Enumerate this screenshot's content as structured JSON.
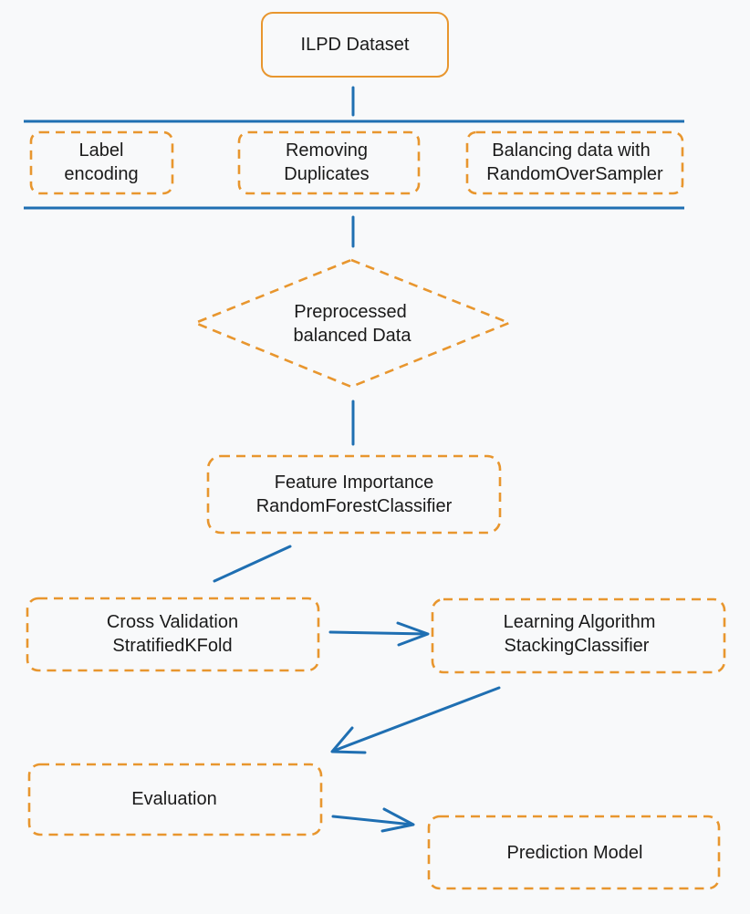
{
  "nodes": {
    "dataset": {
      "label": "ILPD Dataset"
    },
    "label_encoding": {
      "line1": "Label",
      "line2": "encoding"
    },
    "removing_duplicates": {
      "line1": "Removing",
      "line2": "Duplicates"
    },
    "balancing": {
      "line1": "Balancing data with",
      "line2": "RandomOverSampler"
    },
    "preprocessed": {
      "line1": "Preprocessed",
      "line2": "balanced Data"
    },
    "feature_importance": {
      "line1": "Feature Importance",
      "line2": "RandomForestClassifier"
    },
    "cross_validation": {
      "line1": "Cross Validation",
      "line2": "StratifiedKFold"
    },
    "learning_algorithm": {
      "line1": "Learning Algorithm",
      "line2": "StackingClassifier"
    },
    "evaluation": {
      "label": "Evaluation"
    },
    "prediction_model": {
      "label": "Prediction Model"
    }
  },
  "colors": {
    "node_border": "#e8962e",
    "connector": "#1f6fb2",
    "background": "#f8f9fa",
    "text": "#1a1a1a"
  }
}
